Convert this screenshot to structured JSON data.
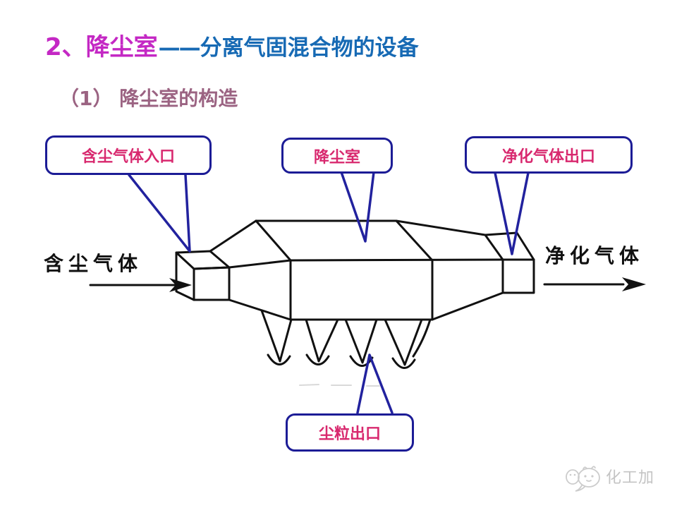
{
  "slide_title": {
    "prefix": "2、降尘室",
    "dash": "——",
    "suffix": "分离气固混合物的设备"
  },
  "subtitle": "（1） 降尘室的构造",
  "callouts": {
    "dusty_gas_inlet": "含尘气体入口",
    "settling_chamber": "降尘室",
    "clean_gas_outlet": "净化气体出口",
    "dust_particle_outlet": "尘粒出口"
  },
  "flow_labels": {
    "inlet": "含尘气体",
    "outlet": "净化气体"
  },
  "watermark": {
    "text": "化工加"
  },
  "colors": {
    "title_magenta": "#c428c4",
    "title_blue": "#176ab4",
    "subtitle_mauve": "#9b6382",
    "callout_border_navy": "#1c1c96",
    "callout_text_crimson": "#d8286e",
    "pointer_blue": "#22229e",
    "drawing_line_black": "#111111",
    "watermark_gray": "#c4c4c4"
  }
}
